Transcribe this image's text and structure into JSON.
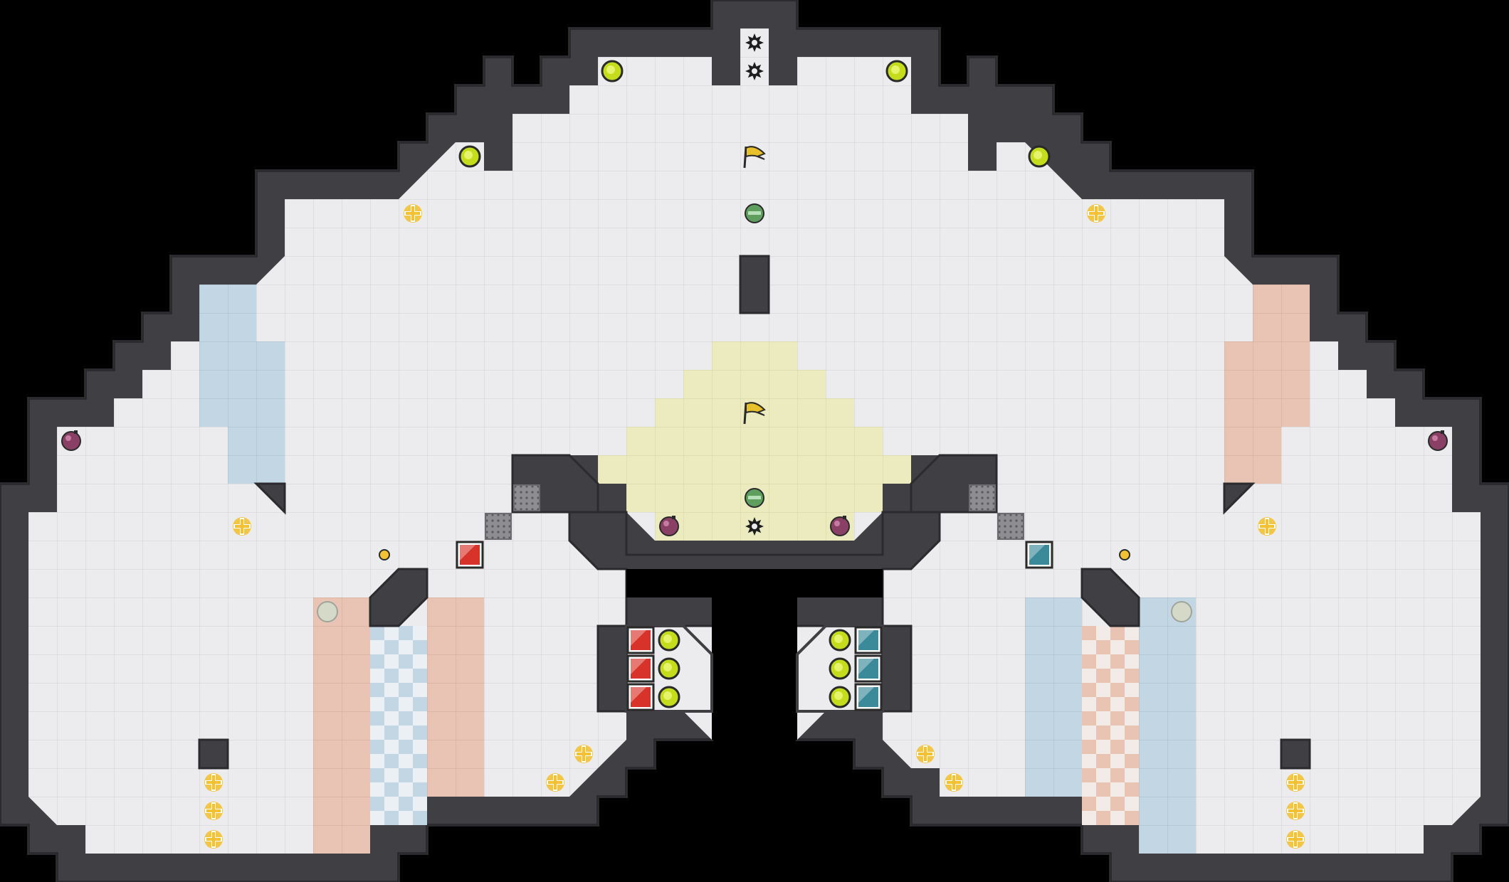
{
  "level": {
    "grid_columns": 53,
    "grid_rows": 31,
    "colors": {
      "background": "#000000",
      "floor": "#ececef",
      "floor_grid": "#d4d4da",
      "wall": "#3f3f44",
      "wall_edge": "#2b2b2f",
      "wall_highlight": "#58585e",
      "yellow_zone": "#ecebbf",
      "red_zone": "#e9c4b4",
      "blue_zone": "#c3d6e4",
      "red_team": "#d8332a",
      "blue_team": "#3a8a9a",
      "coin": "#c4dc1c",
      "pickup": "#f3c234",
      "bomb": "#8a3f64",
      "flag": "#e7c02c",
      "spike": "#1e1e1e",
      "green_ball": "#5e9f5e"
    },
    "tile_types": [
      "floor",
      "wall",
      "yellow-zone",
      "red-zone",
      "blue-zone",
      "red-checker-zone",
      "blue-checker-zone",
      "boost-tile",
      "gate",
      "spike-hazard",
      "bomb",
      "coin",
      "pickup",
      "flag",
      "red-block",
      "blue-block",
      "neutral-button",
      "marker"
    ]
  }
}
